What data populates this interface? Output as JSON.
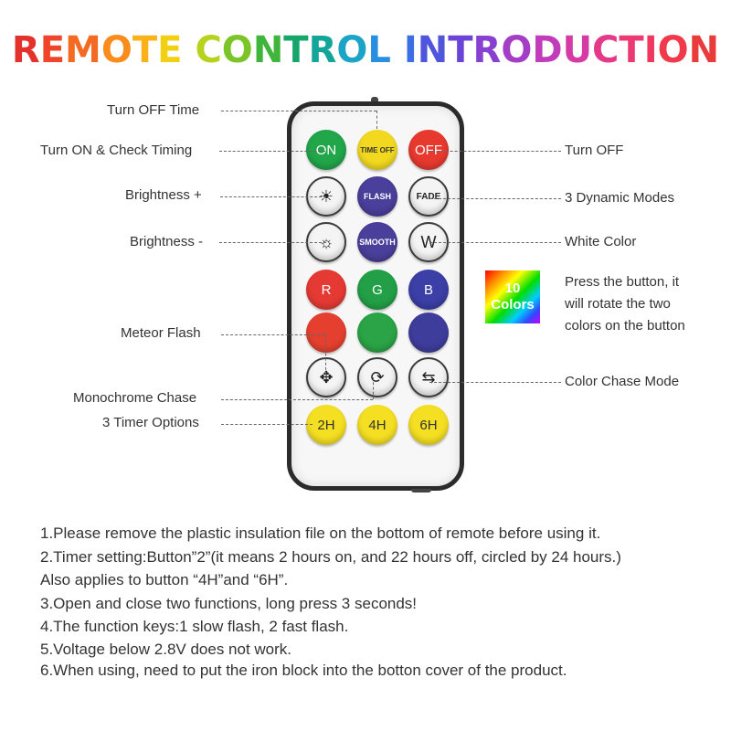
{
  "title": {
    "letters": [
      "R",
      "E",
      "M",
      "O",
      "T",
      "E",
      " ",
      "C",
      "O",
      "N",
      "T",
      "R",
      "O",
      "L",
      " ",
      "I",
      "N",
      "T",
      "R",
      "O",
      "D",
      "U",
      "C",
      "T",
      "I",
      "O",
      "N"
    ],
    "colors": [
      "#e5312b",
      "#f0452a",
      "#f56a23",
      "#f98c1c",
      "#f9b21a",
      "#f3cf12",
      "#ffffff",
      "#b8d31e",
      "#7cc528",
      "#3fb63b",
      "#16a56b",
      "#14a59a",
      "#1ca4c7",
      "#2a8ee0",
      "#ffffff",
      "#3b6fe3",
      "#4f56dc",
      "#6a44d6",
      "#8740cf",
      "#a53ec6",
      "#c13cbb",
      "#d53aa5",
      "#e43989",
      "#ec3873",
      "#f0385f",
      "#f03a4c",
      "#e93b3b"
    ]
  },
  "buttons": [
    {
      "name": "on-button",
      "label": "ON",
      "color": "#22a64a",
      "style": "normal"
    },
    {
      "name": "time-off-button",
      "label": "TIME OFF",
      "color": "#f2d91f",
      "style": "small-dark"
    },
    {
      "name": "off-button",
      "label": "OFF",
      "color": "#e8392f",
      "style": "normal"
    },
    {
      "name": "brightness-up-button",
      "label": "☀",
      "color": "#f4f4f4",
      "style": "white"
    },
    {
      "name": "flash-button",
      "label": "FLASH",
      "color": "#4a3f9a",
      "style": "small"
    },
    {
      "name": "fade-button",
      "label": "FADE",
      "color": "#f4f4f4",
      "style": "white-small"
    },
    {
      "name": "brightness-down-button",
      "label": "☼",
      "color": "#f4f4f4",
      "style": "white"
    },
    {
      "name": "smooth-button",
      "label": "SMOOTH",
      "color": "#4a3f9a",
      "style": "small"
    },
    {
      "name": "white-button",
      "label": "W",
      "color": "#f4f4f4",
      "style": "white"
    },
    {
      "name": "red-button",
      "label": "R",
      "color": "#e53a33",
      "style": "normal"
    },
    {
      "name": "green-button",
      "label": "G",
      "color": "#23a047",
      "style": "normal"
    },
    {
      "name": "blue-button",
      "label": "B",
      "color": "#3b3fa6",
      "style": "normal"
    },
    {
      "name": "meteor-red-button",
      "label": "",
      "color": "#e5402f",
      "style": "normal"
    },
    {
      "name": "meteor-green-button",
      "label": "",
      "color": "#2aa446",
      "style": "normal"
    },
    {
      "name": "meteor-blue-button",
      "label": "",
      "color": "#3e3d9c",
      "style": "normal"
    },
    {
      "name": "meteor-flash-mode-button",
      "label": "✥",
      "color": "#f4f4f4",
      "style": "white"
    },
    {
      "name": "monochrome-chase-button",
      "label": "⟳",
      "color": "#f4f4f4",
      "style": "white"
    },
    {
      "name": "color-chase-button",
      "label": "⇆",
      "color": "#f4f4f4",
      "style": "white"
    },
    {
      "name": "timer-2h-button",
      "label": "2H",
      "color": "#f5df22",
      "style": "yellow"
    },
    {
      "name": "timer-4h-button",
      "label": "4H",
      "color": "#f5df22",
      "style": "yellow"
    },
    {
      "name": "timer-6h-button",
      "label": "6H",
      "color": "#f5df22",
      "style": "yellow"
    }
  ],
  "callouts": {
    "turn_off_time": "Turn OFF Time",
    "turn_on_check": "Turn ON & Check Timing",
    "brightness_up": "Brightness +",
    "brightness_down": "Brightness -",
    "meteor_flash": "Meteor Flash",
    "monochrome_chase": "Monochrome Chase",
    "timer_options": "3 Timer Options",
    "turn_off": "Turn OFF",
    "dynamic_modes": "3 Dynamic Modes",
    "white_color": "White Color",
    "color_chase": "Color Chase Mode"
  },
  "badge": {
    "line1": "10",
    "line2": "Colors"
  },
  "note": {
    "line1": "Press the button, it",
    "line2": "will rotate the two",
    "line3": "colors on the button"
  },
  "instructions": [
    "1.Please remove the plastic insulation file on the bottom of remote before using it.",
    "2.Timer setting:Button”2”(it means 2 hours on, and 22 hours off, circled by 24 hours.)",
    "Also applies to button “4H”and “6H”.",
    "3.Open and close two functions, long press 3 seconds!",
    "4.The function keys:1 slow flash, 2 fast flash.",
    "5.Voltage below 2.8V does not work.",
    "6.When using, need to put the iron block into the botton cover of the product."
  ]
}
